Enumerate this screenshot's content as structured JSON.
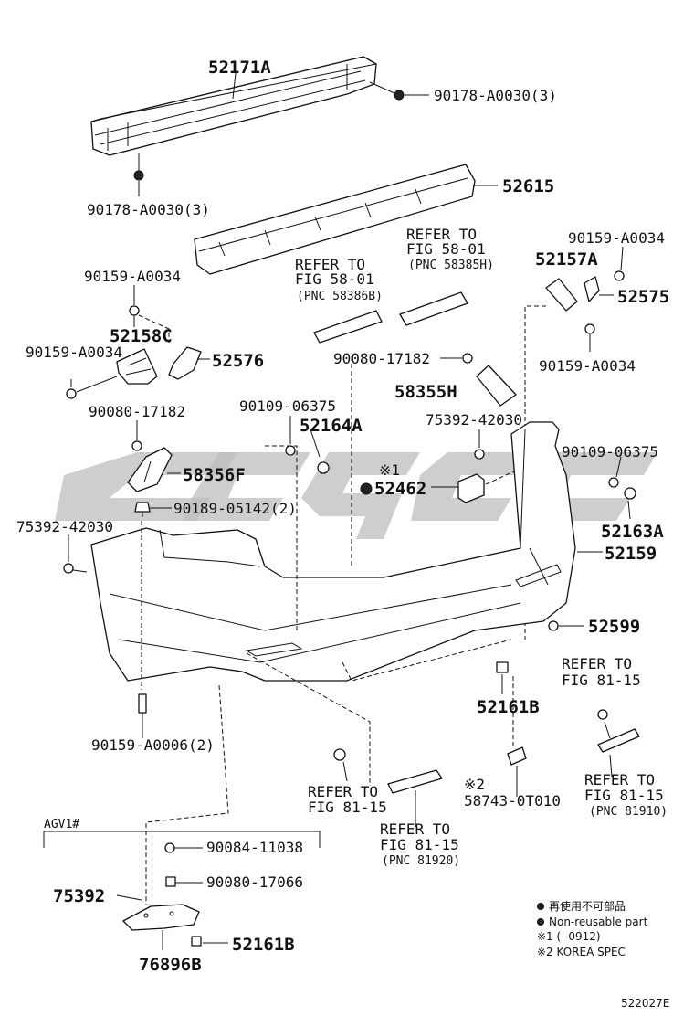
{
  "diagram": {
    "code": "522027E",
    "subgroup": "AGV1#"
  },
  "parts": {
    "reinforcement": "52171A",
    "absorber": "52615",
    "cover": "52159",
    "extension_r": "52157A",
    "extension_l": "52158C",
    "retainer_r": "52575",
    "retainer_l": "52576",
    "support_r": "58355H",
    "support_l": "58356F",
    "plug_r": "52163A",
    "plug_l": "52164A",
    "clip_lower": "52161B",
    "clip_lower2": "52161B",
    "pad": "52599",
    "sensor": "52462",
    "cover_lower": "76896B",
    "bracket": "75392",
    "fastener_a": "90178-A0030(3)",
    "fastener_b": "90178-A0030(3)",
    "bolt_l_upper": "90159-A0034",
    "bolt_l_mid": "90159-A0034",
    "bolt_r_upper": "90159-A0034",
    "bolt_r_lower": "90159-A0034",
    "nut_l": "90080-17182",
    "nut_c": "90080-17182",
    "screw_l": "90109-06375",
    "screw_r": "90109-06375",
    "bolt_bracket_r": "75392-42030",
    "bolt_bracket_l": "75392-42030",
    "clip_upper": "90189-05142(2)",
    "bolt_bottom": "90159-A0006(2)",
    "part_90084": "90084-11038",
    "nut_90080": "90080-17066",
    "part_58743": "58743-0T010",
    "clip_76896": "52161B"
  },
  "refs": {
    "fig58_left_1": "REFER TO",
    "fig58_left_2": "FIG 58-01",
    "fig58_left_3": "(PNC 58386B)",
    "fig58_right_1": "REFER TO",
    "fig58_right_2": "FIG 58-01",
    "fig58_right_3": "(PNC 58385H)",
    "fig81_a1": "REFER TO",
    "fig81_a2": "FIG 81-15",
    "fig81_b1": "REFER TO",
    "fig81_b2": "FIG 81-15",
    "fig81_b3": "(PNC 81910)",
    "fig81_c1": "REFER TO",
    "fig81_c2": "FIG 81-15",
    "fig81_d1": "REFER TO",
    "fig81_d2": "FIG 81-15",
    "fig81_d3": "(PNC 81920)"
  },
  "marks": {
    "note1": "※1",
    "note2": "※2"
  },
  "legend": {
    "jp": "再使用不可部品",
    "en": "Non-reusable part",
    "note1": "※1 (       -0912)",
    "note2": "※2 KOREA SPEC"
  }
}
